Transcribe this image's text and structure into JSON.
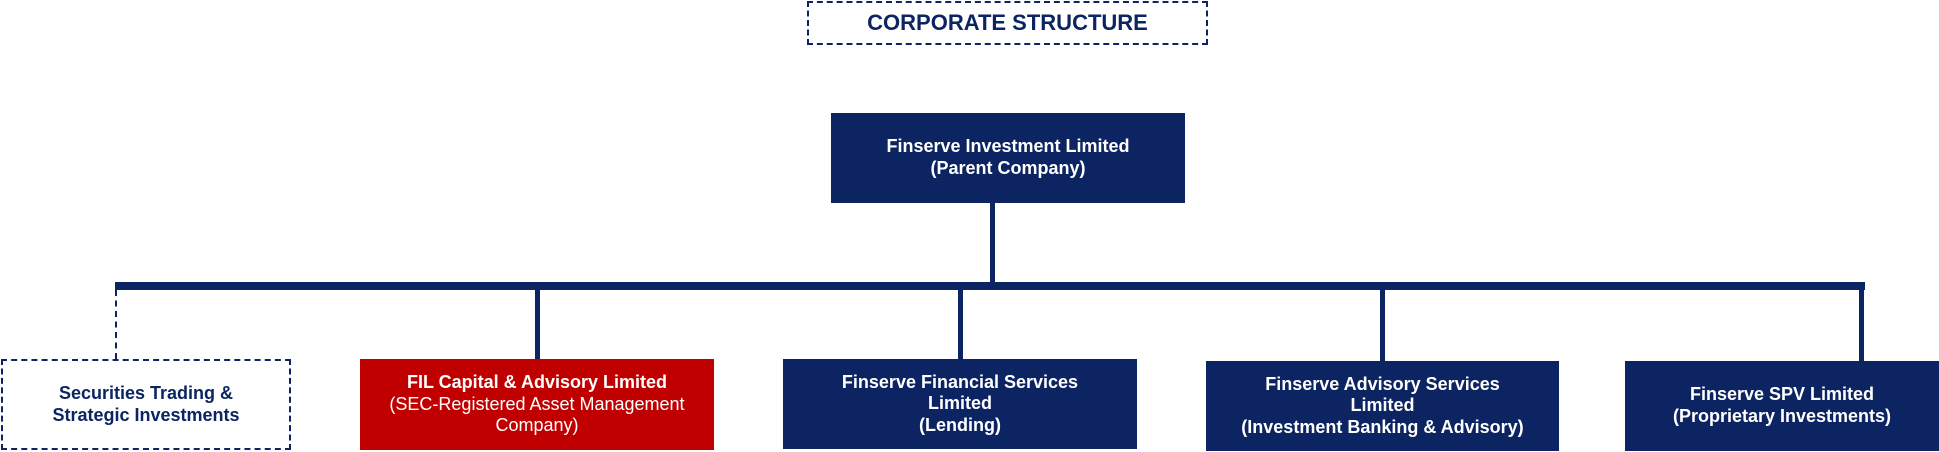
{
  "title": "CORPORATE STRUCTURE",
  "parent": {
    "line1": "Finserve Investment Limited",
    "line2": "(Parent Company)"
  },
  "subsidiaries": [
    {
      "line1": "Securities Trading &",
      "line2": "Strategic Investments",
      "style": "dashed"
    },
    {
      "line1": "FIL Capital & Advisory Limited",
      "line2": "(SEC-Registered Asset Management",
      "line3": "Company)",
      "style": "red"
    },
    {
      "line1": "Finserve Financial Services",
      "line2": "Limited",
      "line3": "(Lending)",
      "style": "solid"
    },
    {
      "line1": "Finserve Advisory Services",
      "line2": "Limited",
      "line3": "(Investment Banking & Advisory)",
      "style": "solid"
    },
    {
      "line1": "Finserve SPV Limited",
      "line2": "(Proprietary Investments)",
      "style": "solid"
    }
  ],
  "colors": {
    "navy": "#0c2461",
    "red": "#c00000"
  }
}
